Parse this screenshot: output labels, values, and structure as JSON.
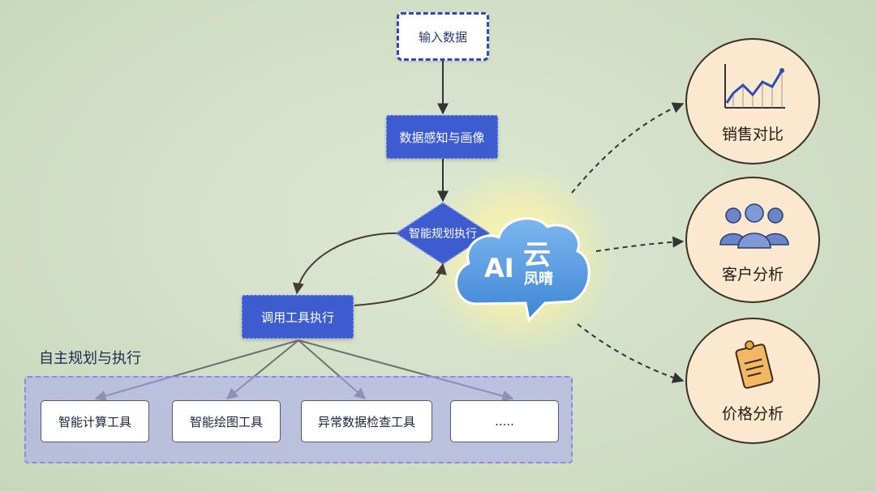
{
  "flow": {
    "input_node": "输入数据",
    "perception_node": "数据感知与画像",
    "planning_node": "智能规划执行",
    "tool_call_node": "调用工具执行"
  },
  "section": {
    "title": "自主规划与执行",
    "tools": [
      {
        "label": "智能计算工具"
      },
      {
        "label": "智能绘图工具"
      },
      {
        "label": "异常数据检查工具"
      },
      {
        "label": "....."
      }
    ]
  },
  "brand": {
    "ai_text": "AI",
    "cloud_char": "云",
    "sub_text": "凤晴",
    "icon": "cloud-logo-icon"
  },
  "outputs": [
    {
      "label": "销售对比",
      "icon": "line-chart-icon"
    },
    {
      "label": "客户分析",
      "icon": "people-group-icon"
    },
    {
      "label": "价格分析",
      "icon": "price-tag-icon"
    }
  ],
  "colors": {
    "node_blue": "#3d5cd0",
    "input_border": "#2f47b7",
    "tool_panel": "#aaa8f0",
    "circle_fill": "#fbe8cf",
    "cloud_blue": "#4a8fd8",
    "arrow": "#333333"
  }
}
